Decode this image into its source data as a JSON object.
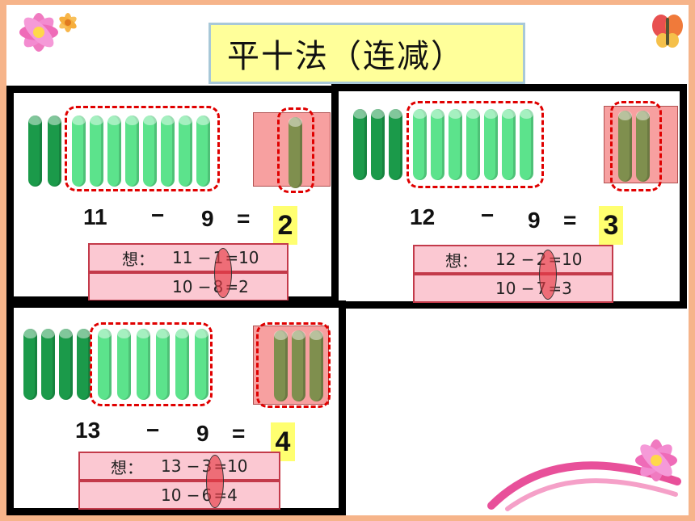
{
  "title": "平十法（连减）",
  "panels": [
    {
      "minuend": "11",
      "minus": "−",
      "subtrahend": "9",
      "equals": "=",
      "answer": "2",
      "think_label": "想：",
      "line1_a": "11 −",
      "line1_k": "1",
      "line1_b": "=10",
      "line2_a": "10 −",
      "line2_k": "8",
      "line2_b": "=2"
    },
    {
      "minuend": "12",
      "minus": "−",
      "subtrahend": "9",
      "equals": "=",
      "answer": "3",
      "think_label": "想：",
      "line1_a": "12 −",
      "line1_k": "2",
      "line1_b": "=10",
      "line2_a": "10 −",
      "line2_k": "7",
      "line2_b": "=3"
    },
    {
      "minuend": "13",
      "minus": "−",
      "subtrahend": "9",
      "equals": "=",
      "answer": "4",
      "think_label": "想：",
      "line1_a": "13 −",
      "line1_k": "3",
      "line1_b": "=10",
      "line2_a": "10 −",
      "line2_k": "6",
      "line2_b": "=4"
    }
  ],
  "colors": {
    "rod_dark": "#1b9a4a",
    "rod_light": "#5ce38c",
    "highlight_red": "#e00000",
    "answer_bg": "#ffff70",
    "frame_bg": "#f6b48a"
  },
  "icons": [
    "pink-flower-icon",
    "butterfly-icon",
    "small-flower-icon"
  ]
}
